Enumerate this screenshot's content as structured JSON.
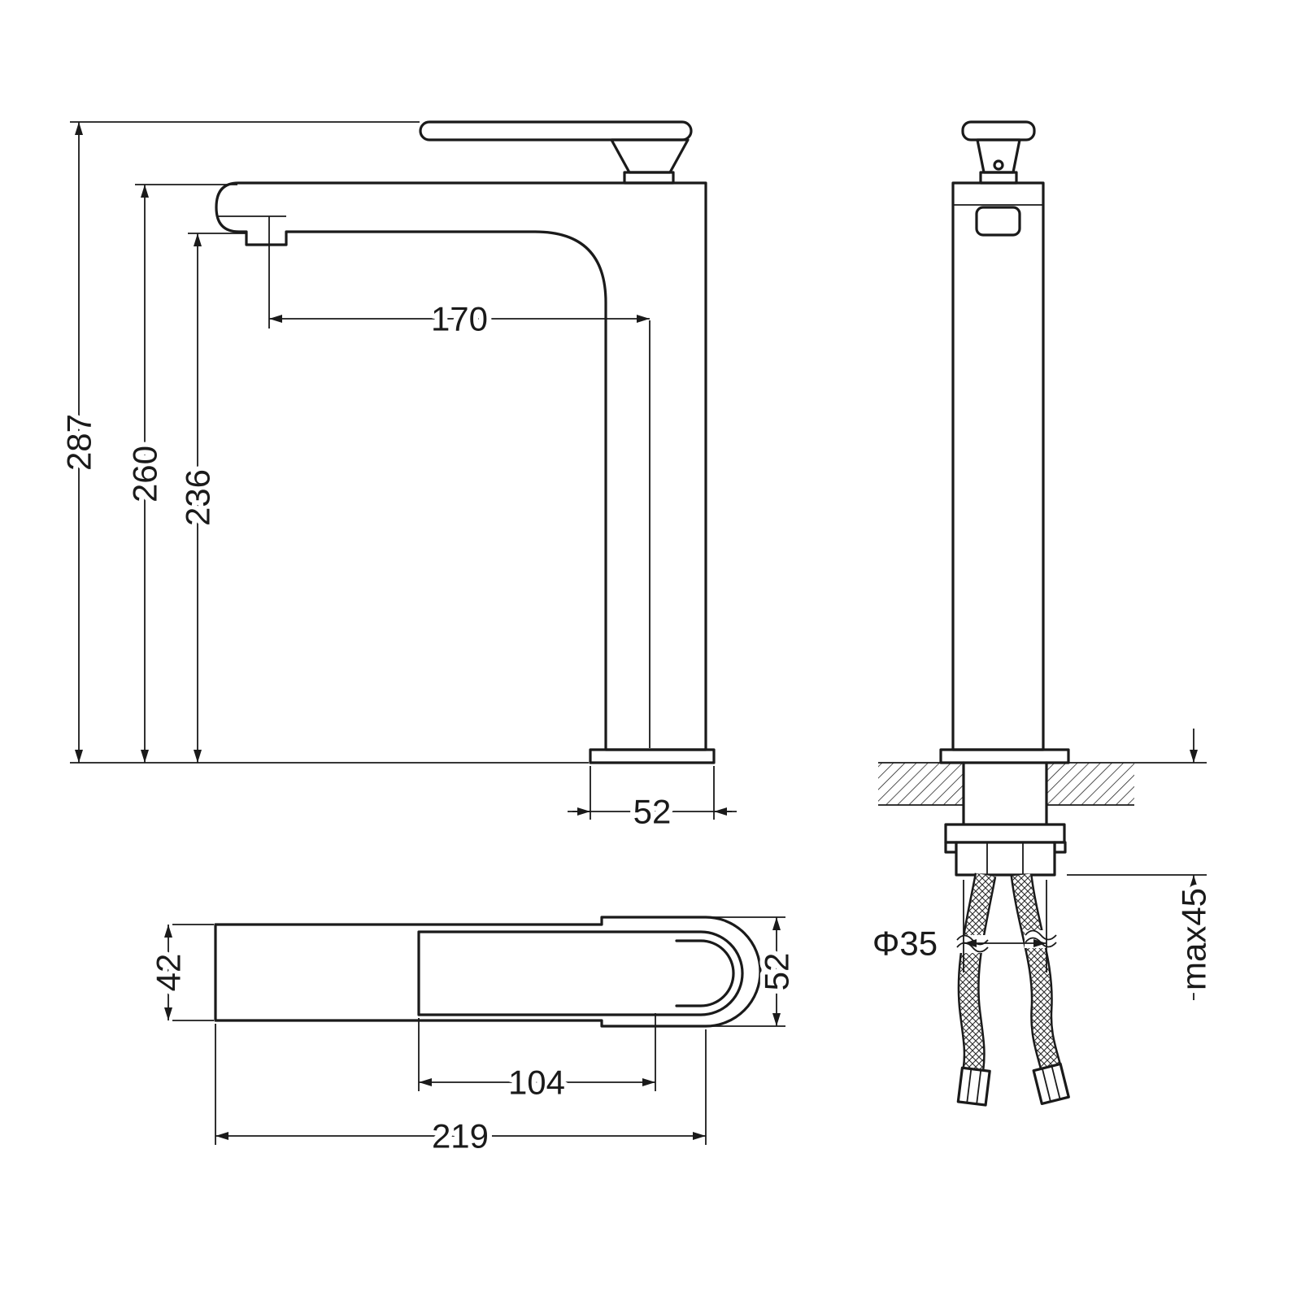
{
  "drawing": {
    "ink": "#1a1a1a",
    "dims": {
      "total_height": "287",
      "spout_height": "260",
      "outlet_height": "236",
      "spout_reach": "170",
      "base_width": "52",
      "plan_spout_width": "42",
      "plan_body_width": "52",
      "plan_handle_length": "104",
      "plan_total_length": "219",
      "hole_diameter": "Φ35",
      "max_mount_thickness": "max45"
    }
  }
}
